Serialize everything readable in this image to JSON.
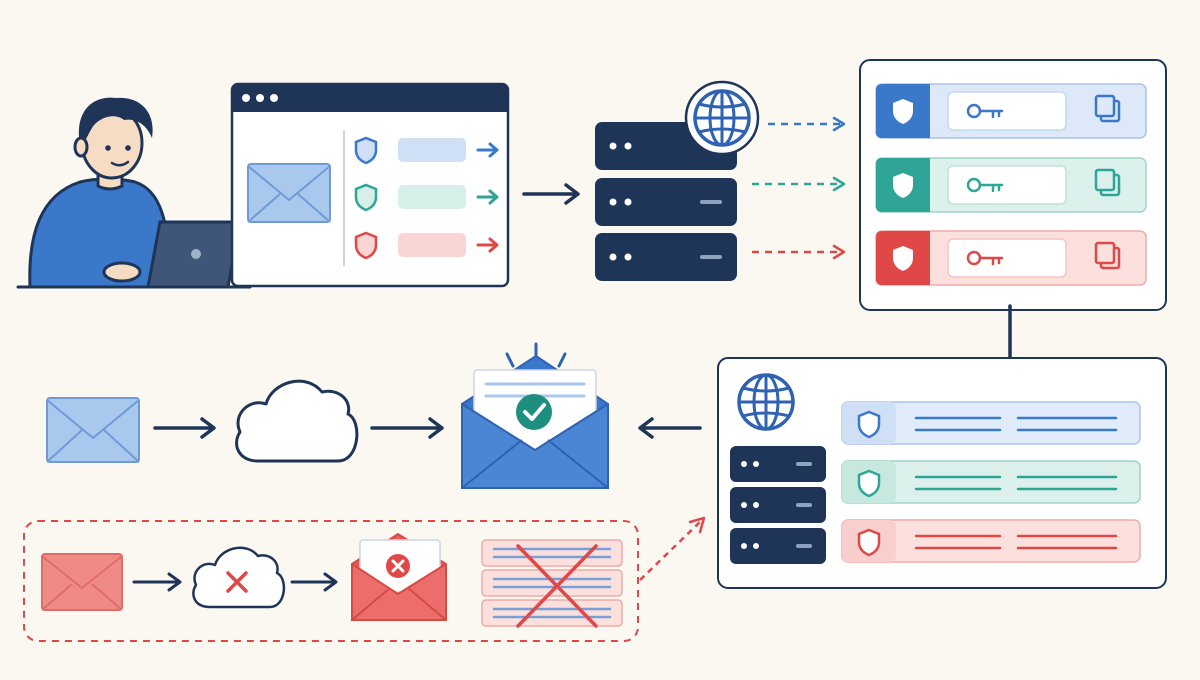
{
  "colors": {
    "background": "#fbf8f2",
    "navy": "#1f3558",
    "blue": "#3a78c9",
    "blue_light": "#cfe0f6",
    "teal": "#2ea597",
    "teal_light": "#d6efe9",
    "red": "#e04848",
    "red_light": "#f9d6d4",
    "envelope_blue": "#a9c8ee",
    "envelope_red": "#ef8a86",
    "check_green": "#1e8f7e"
  },
  "top_flow": {
    "user": {
      "icon": "person-with-laptop-icon"
    },
    "composer_window": {
      "envelope": {
        "icon": "envelope-icon"
      },
      "rows": [
        {
          "shield": "shield-icon",
          "color": "blue"
        },
        {
          "shield": "shield-icon",
          "color": "teal"
        },
        {
          "shield": "shield-icon",
          "color": "red"
        }
      ]
    },
    "dns_server": {
      "icons": [
        "server-stack-icon",
        "globe-icon"
      ]
    },
    "records_panel": {
      "records": [
        {
          "shield": "shield-icon",
          "key": "key-icon",
          "copy": "copy-icon",
          "color": "blue"
        },
        {
          "shield": "shield-icon",
          "key": "key-icon",
          "copy": "copy-icon",
          "color": "teal"
        },
        {
          "shield": "shield-icon",
          "key": "key-icon",
          "copy": "copy-icon",
          "color": "red"
        }
      ]
    }
  },
  "bottom_flow": {
    "success_path": {
      "icons": [
        "envelope-icon",
        "cloud-icon",
        "open-envelope-check-icon"
      ],
      "result": "delivered"
    },
    "failure_path": {
      "icons": [
        "envelope-icon",
        "cloud-x-icon",
        "open-envelope-x-icon",
        "crossed-records-icon"
      ],
      "result": "rejected"
    },
    "verification_panel": {
      "icons": [
        "globe-icon",
        "server-stack-icon"
      ],
      "records": [
        {
          "shield": "shield-icon",
          "color": "blue"
        },
        {
          "shield": "shield-icon",
          "color": "teal"
        },
        {
          "shield": "shield-icon",
          "color": "red"
        }
      ]
    }
  }
}
